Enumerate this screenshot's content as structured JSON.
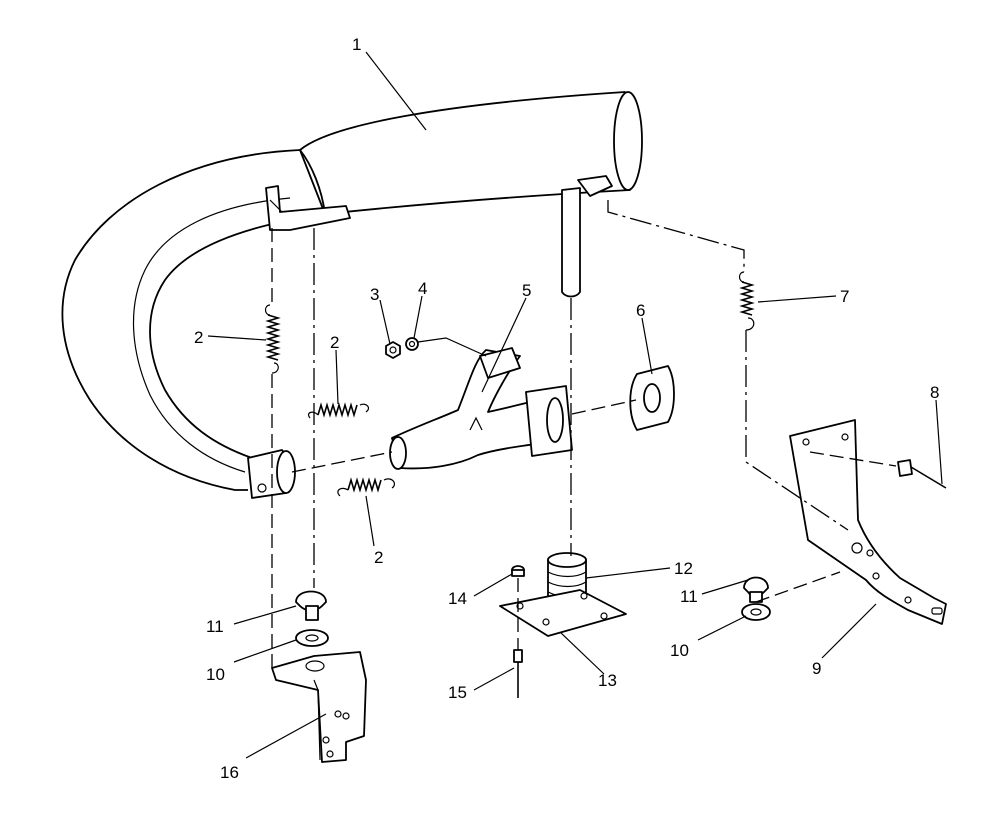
{
  "diagram": {
    "callouts": [
      {
        "id": "c1",
        "label": "1"
      },
      {
        "id": "c2a",
        "label": "2"
      },
      {
        "id": "c2b",
        "label": "2"
      },
      {
        "id": "c2c",
        "label": "2"
      },
      {
        "id": "c3",
        "label": "3"
      },
      {
        "id": "c4",
        "label": "4"
      },
      {
        "id": "c5",
        "label": "5"
      },
      {
        "id": "c6",
        "label": "6"
      },
      {
        "id": "c7",
        "label": "7"
      },
      {
        "id": "c8",
        "label": "8"
      },
      {
        "id": "c9",
        "label": "9"
      },
      {
        "id": "c10a",
        "label": "10"
      },
      {
        "id": "c10b",
        "label": "10"
      },
      {
        "id": "c11a",
        "label": "11"
      },
      {
        "id": "c11b",
        "label": "11"
      },
      {
        "id": "c12",
        "label": "12"
      },
      {
        "id": "c13",
        "label": "13"
      },
      {
        "id": "c14",
        "label": "14"
      },
      {
        "id": "c15",
        "label": "15"
      },
      {
        "id": "c16",
        "label": "16"
      }
    ]
  }
}
